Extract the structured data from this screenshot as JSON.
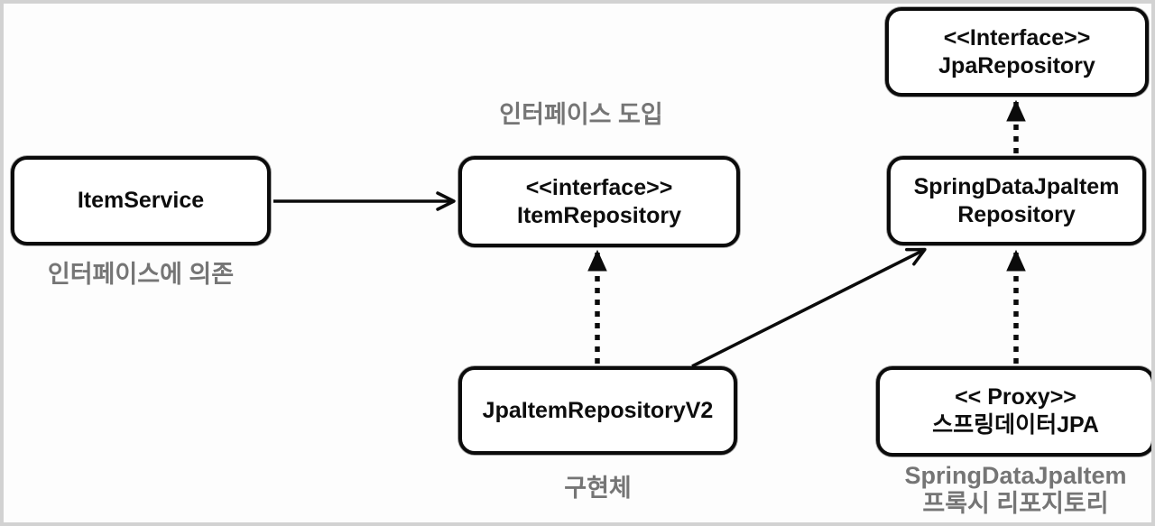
{
  "diagram": {
    "title": "Spring Data JPA repository structure diagram",
    "nodes": {
      "item_service": {
        "lines": [
          "ItemService"
        ]
      },
      "item_repository": {
        "lines": [
          "<<interface>>",
          "ItemRepository"
        ]
      },
      "jpa_repository": {
        "lines": [
          "<<Interface>>",
          "JpaRepository"
        ]
      },
      "spring_data_jpa_item_repository": {
        "lines": [
          "SpringDataJpaItem",
          "Repository"
        ]
      },
      "jpa_item_repository_v2": {
        "lines": [
          "JpaItemRepositoryV2"
        ]
      },
      "proxy_spring_data_jpa": {
        "lines": [
          "<< Proxy>>",
          "스프링데이터JPA"
        ]
      }
    },
    "labels": {
      "interface_introduction": "인터페이스 도입",
      "depends_on_interface": "인터페이스에 의존",
      "implementation": "구현체",
      "proxy_repo_line1": "SpringDataJpaItem",
      "proxy_repo_line2": "프록시 리포지토리"
    },
    "edges": [
      {
        "from": "ItemService",
        "to": "ItemRepository",
        "line": "solid",
        "head": "open"
      },
      {
        "from": "JpaItemRepositoryV2",
        "to": "ItemRepository",
        "line": "dashed",
        "head": "filled-triangle"
      },
      {
        "from": "JpaItemRepositoryV2",
        "to": "SpringDataJpaItemRepository",
        "line": "solid",
        "head": "open"
      },
      {
        "from": "SpringDataJpaItemRepository",
        "to": "JpaRepository",
        "line": "dashed",
        "head": "filled-triangle"
      },
      {
        "from": "프록시 스프링데이터JPA",
        "to": "SpringDataJpaItemRepository",
        "line": "dashed",
        "head": "filled-triangle"
      }
    ],
    "colors": {
      "background": "#fdfdfd",
      "frame_border": "#d2d2d2",
      "box_border": "#0b0b0b",
      "box_text": "#0d0d0d",
      "annotation_text": "#757575",
      "arrow": "#0b0b0b"
    }
  }
}
